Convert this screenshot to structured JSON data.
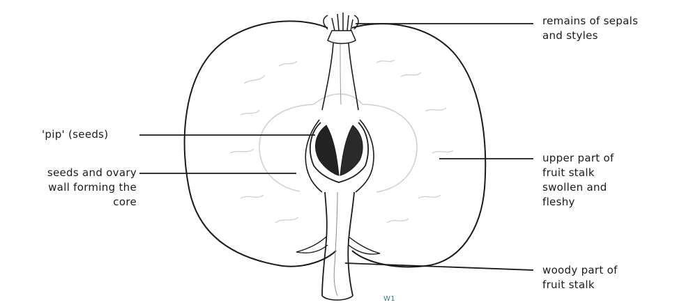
{
  "labels": {
    "sepals": "remains of sepals\nand styles",
    "pip": "'pip' (seeds)",
    "core": "seeds and ovary\nwall forming the\ncore",
    "upper_stalk": "upper part of\nfruit stalk\nswollen and\nfleshy",
    "woody_stalk": "woody part of\nfruit stalk",
    "mark": "W1"
  },
  "colors": {
    "stroke": "#1a1a1a",
    "faint": "#c8c8c8",
    "seed": "#222222"
  }
}
